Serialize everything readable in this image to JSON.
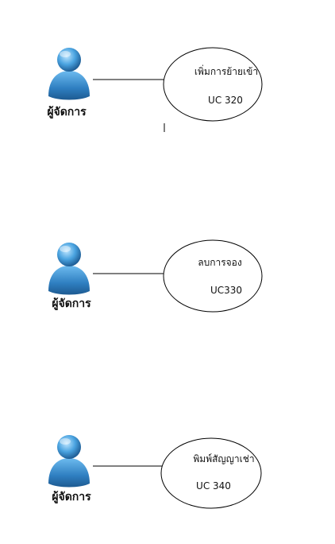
{
  "actor_icon": "user-person-icon",
  "colors": {
    "actor_body": "#2f7fc1",
    "actor_head": "#5aaee6",
    "line": "#000000",
    "ellipse_fill": "#ffffff"
  },
  "use_cases": [
    {
      "actor": "ผู้จัดการ",
      "name": "เพิ่มการย้ายเข้า",
      "id": "UC 320"
    },
    {
      "actor": "ผู้จัดการ",
      "name": "ลบการจอง",
      "id": "UC330"
    },
    {
      "actor": "ผู้จัดการ",
      "name": "พิมพ์สัญญาเช่า",
      "id": "UC 340"
    }
  ]
}
